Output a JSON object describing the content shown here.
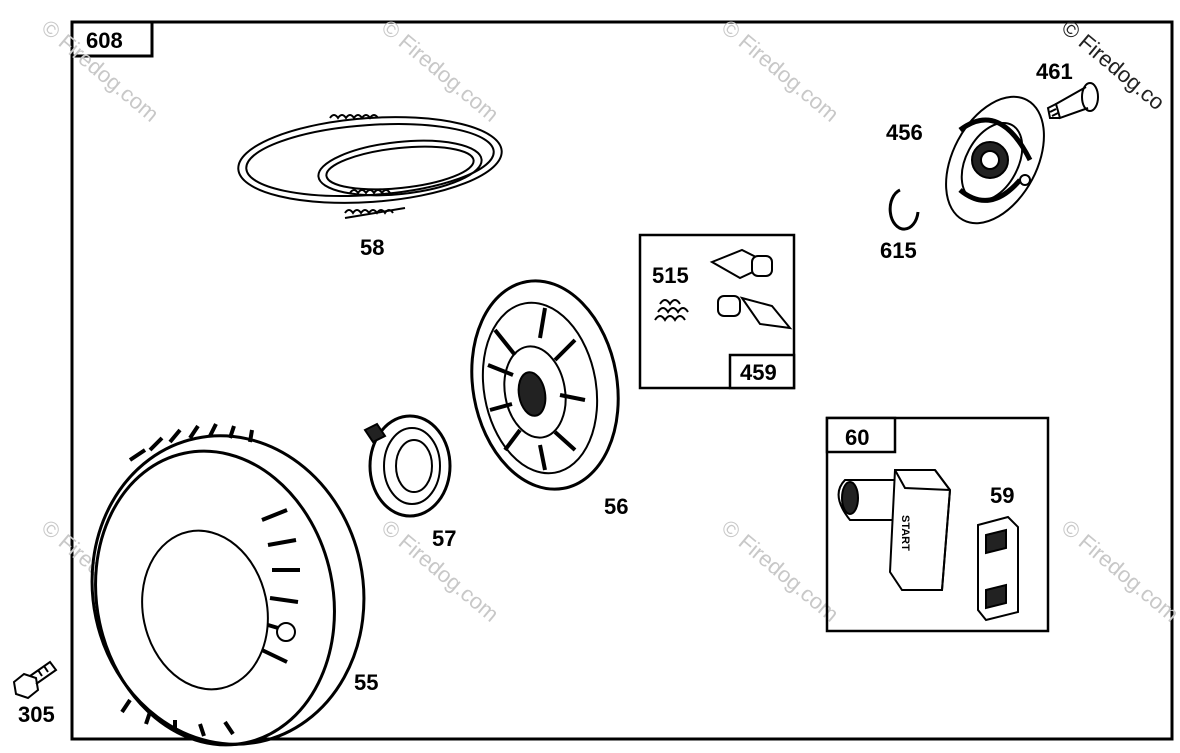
{
  "diagram": {
    "frame_label": "608",
    "parts": {
      "p55": "55",
      "p56": "56",
      "p57": "57",
      "p58": "58",
      "p59": "59",
      "p60": "60",
      "p305": "305",
      "p456": "456",
      "p459": "459",
      "p461": "461",
      "p515": "515",
      "p615": "615"
    },
    "handle_text": "START"
  },
  "watermark": {
    "text": "© Firedog.com",
    "corner_text": "© Firedog.co"
  }
}
